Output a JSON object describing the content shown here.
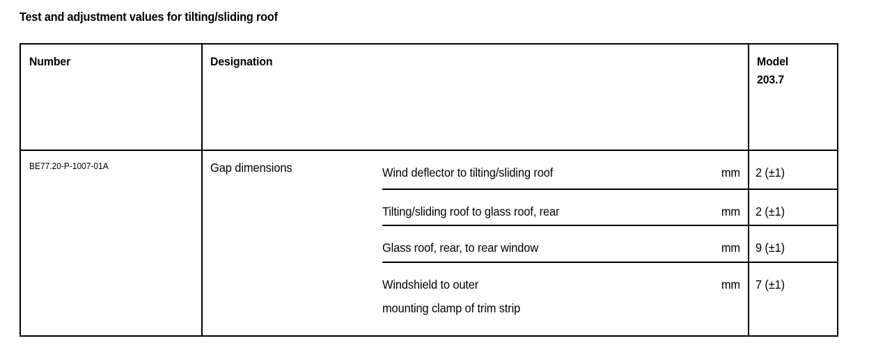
{
  "document": {
    "title": "Test and adjustment values for tilting/sliding roof"
  },
  "table": {
    "headers": {
      "number": "Number",
      "designation": "Designation",
      "model": "Model\n203.7"
    },
    "rows": [
      {
        "number": "BE77.20-P-1007-01A",
        "designation": "Gap dimensions",
        "measurements": [
          {
            "label": "Wind deflector to tilting/sliding roof",
            "unit": "mm",
            "value": "2 (±1)"
          },
          {
            "label": "Tilting/sliding roof to glass roof, rear",
            "unit": "mm",
            "value": "2 (±1)"
          },
          {
            "label": "Glass roof, rear, to rear window",
            "unit": "mm",
            "value": "9 (±1)"
          },
          {
            "label": "Windshield to outer\nmounting clamp of trim strip",
            "unit": "mm",
            "value": "7 (±1)"
          }
        ]
      }
    ]
  },
  "colors": {
    "page_background": "#ffffff",
    "text": "#000000",
    "rule": "#000000"
  }
}
